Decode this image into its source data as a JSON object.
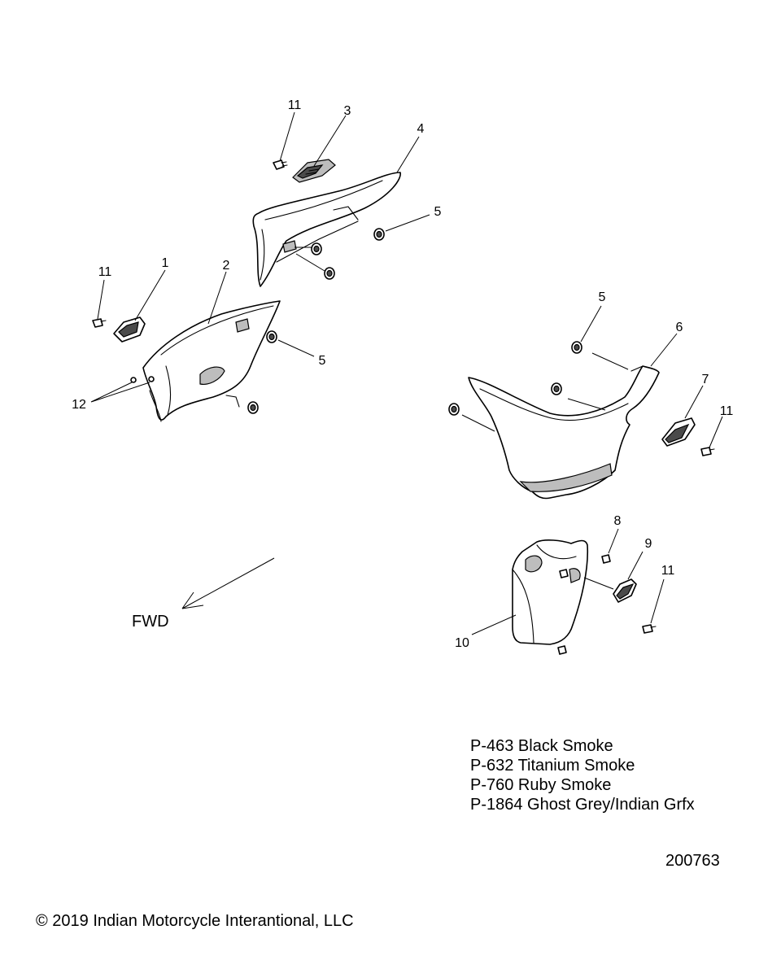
{
  "callouts": [
    "11",
    "3",
    "4",
    "5",
    "11",
    "1",
    "2",
    "5",
    "12",
    "5",
    "6",
    "7",
    "11",
    "8",
    "9",
    "11",
    "10"
  ],
  "fwd_label": "FWD",
  "paint_codes": [
    "P-463 Black Smoke",
    "P-632 Titanium Smoke",
    "P-760 Ruby Smoke",
    "P-1864 Ghost Grey/Indian Grfx"
  ],
  "diagram_id": "200763",
  "copyright": "© 2019 Indian Motorcycle Interantional, LLC"
}
